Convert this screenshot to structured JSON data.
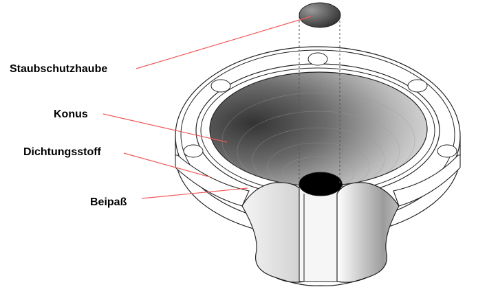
{
  "labels": {
    "dust_cap": "Staubschutzhaube",
    "cone": "Konus",
    "sealing": "Dichtungsstoff",
    "bypass": "Beipaß"
  },
  "colors": {
    "leader_line": "#f05a5a",
    "outline": "#222222",
    "flange_fill": "#ffffff",
    "pipe_fill": "#e6e6e6",
    "throat_fill": "#000000",
    "dashed_guide": "#555555"
  }
}
